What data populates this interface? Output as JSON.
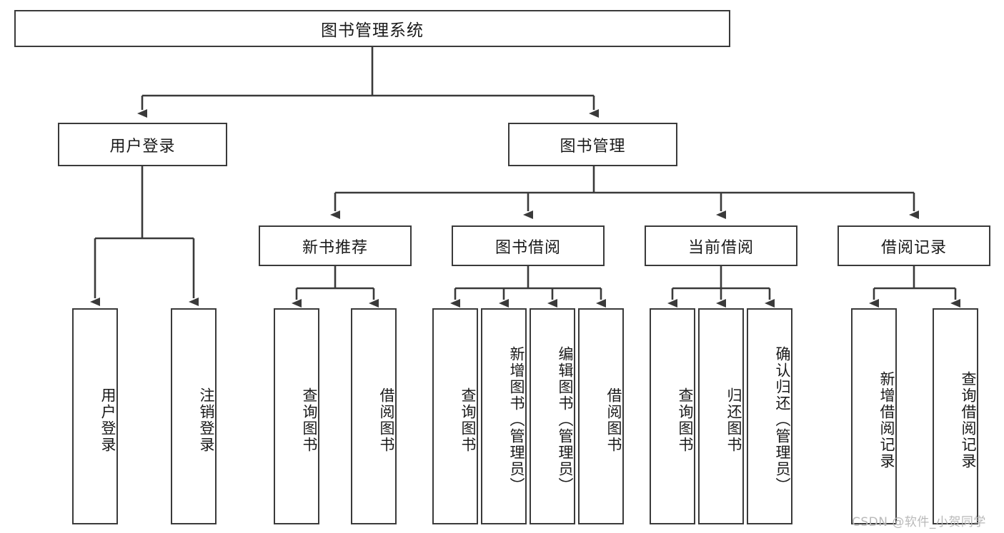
{
  "diagram": {
    "type": "hierarchy-tree",
    "title": "图书管理系统",
    "orientation": "top-down",
    "colors": {
      "border": "#3a3a3a",
      "fill": "#ffffff",
      "text": "#1a1a1a",
      "edge": "#3a3a3a",
      "watermark": "#b9b9b9"
    }
  },
  "root": {
    "label": "图书管理系统"
  },
  "level2": [
    {
      "id": "user-login",
      "label": "用户登录"
    },
    {
      "id": "book-manage",
      "label": "图书管理"
    }
  ],
  "level3": [
    {
      "id": "new-book-recommend",
      "label": "新书推荐",
      "parent": "book-manage"
    },
    {
      "id": "book-borrow",
      "label": "图书借阅",
      "parent": "book-manage"
    },
    {
      "id": "current-borrow",
      "label": "当前借阅",
      "parent": "book-manage"
    },
    {
      "id": "borrow-record",
      "label": "借阅记录",
      "parent": "book-manage"
    }
  ],
  "leaves": {
    "user_login": [
      {
        "id": "leaf-user-login",
        "label": "用户登录"
      },
      {
        "id": "leaf-logout",
        "label": "注销登录"
      }
    ],
    "new_book_recommend": [
      {
        "id": "leaf-query-book-1",
        "label": "查询图书"
      },
      {
        "id": "leaf-borrow-book-1",
        "label": "借阅图书"
      }
    ],
    "book_borrow": [
      {
        "id": "leaf-query-book-2",
        "label": "查询图书"
      },
      {
        "id": "leaf-add-book",
        "label": "新增图书（管理员）"
      },
      {
        "id": "leaf-edit-book",
        "label": "编辑图书（管理员）"
      },
      {
        "id": "leaf-borrow-book-2",
        "label": "借阅图书"
      }
    ],
    "current_borrow": [
      {
        "id": "leaf-query-book-3",
        "label": "查询图书"
      },
      {
        "id": "leaf-return-book",
        "label": "归还图书"
      },
      {
        "id": "leaf-confirm-return",
        "label": "确认归还（管理员）"
      }
    ],
    "borrow_record": [
      {
        "id": "leaf-add-record",
        "label": "新增借阅记录"
      },
      {
        "id": "leaf-query-record",
        "label": "查询借阅记录"
      }
    ]
  },
  "watermark": {
    "text": "CSDN @软件_小贺同学"
  }
}
